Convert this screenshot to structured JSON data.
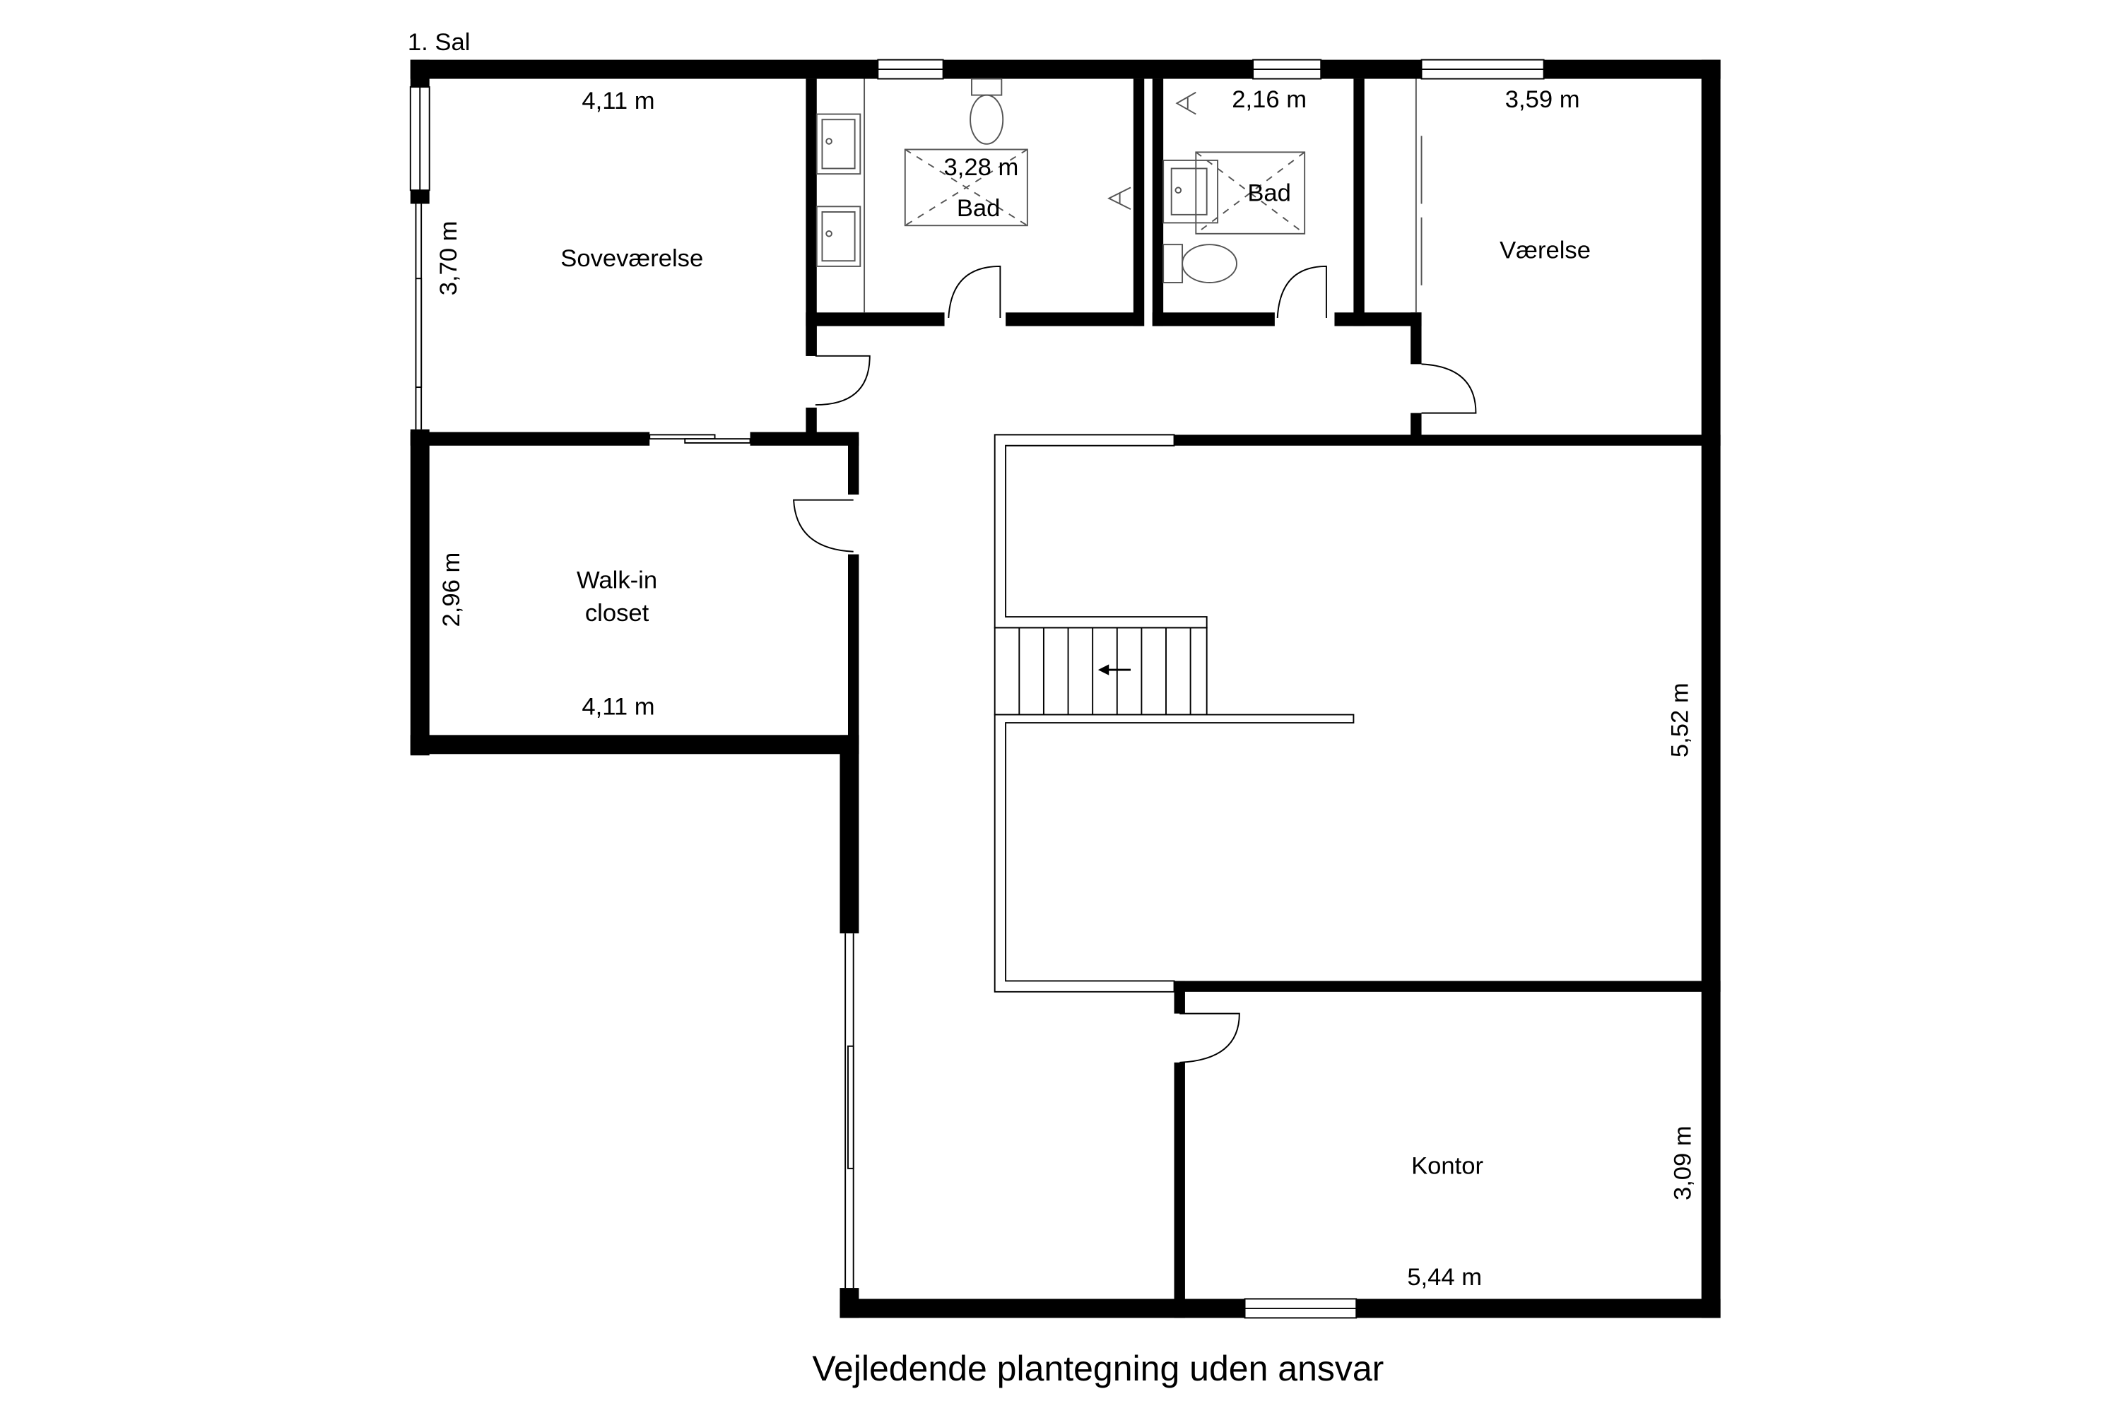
{
  "floor_label": "1. Sal",
  "caption": "Vejledende plantegning uden ansvar",
  "rooms": [
    {
      "name": "Soveværelse",
      "width": "4,11 m",
      "height": "3,70 m"
    },
    {
      "name": "Bad",
      "dimension": "3,28 m"
    },
    {
      "name": "Bad",
      "dimension": "2,16 m"
    },
    {
      "name": "Værelse",
      "dimension": "3,59 m"
    },
    {
      "name_line1": "Walk-in",
      "name_line2": "closet",
      "width": "4,11 m",
      "height": "2,96 m"
    },
    {
      "name": "Kontor",
      "width": "5,44 m",
      "height": "3,09 m"
    }
  ],
  "open_area": {
    "height": "5,52 m"
  },
  "stair": {
    "direction_icon": "arrow-left-icon"
  },
  "colors": {
    "wall": "#000000",
    "background": "#ffffff",
    "line": "#555555"
  }
}
